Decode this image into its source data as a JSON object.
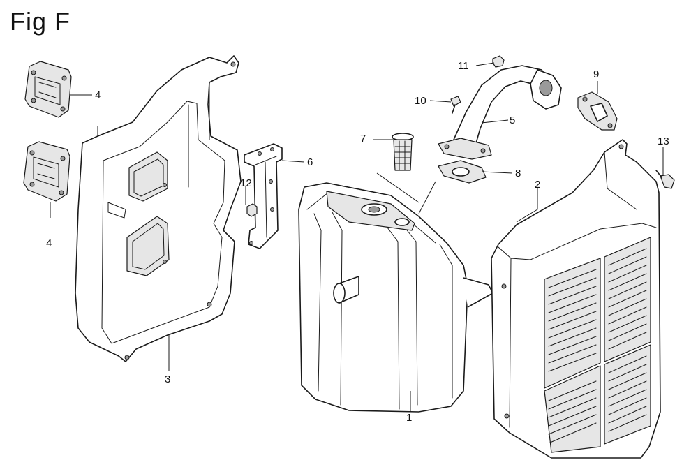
{
  "figure": {
    "title": "Fig F"
  },
  "callouts": [
    {
      "id": "p1",
      "label": "1"
    },
    {
      "id": "p2",
      "label": "2"
    },
    {
      "id": "p3",
      "label": "3"
    },
    {
      "id": "p4a",
      "label": "4"
    },
    {
      "id": "p4b",
      "label": "4"
    },
    {
      "id": "p5",
      "label": "5"
    },
    {
      "id": "p6",
      "label": "6"
    },
    {
      "id": "p7",
      "label": "7"
    },
    {
      "id": "p8",
      "label": "8"
    },
    {
      "id": "p9",
      "label": "9"
    },
    {
      "id": "p10",
      "label": "10"
    },
    {
      "id": "p11",
      "label": "11"
    },
    {
      "id": "p12",
      "label": "12"
    },
    {
      "id": "p13",
      "label": "13"
    }
  ]
}
